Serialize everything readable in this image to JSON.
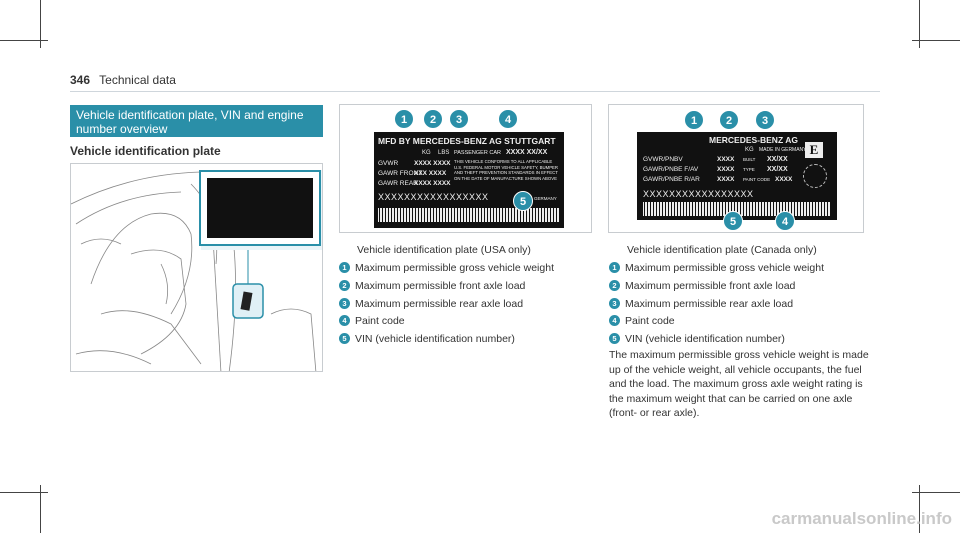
{
  "header": {
    "page_number": "346",
    "section": "Technical data"
  },
  "section_title": "Vehicle identification plate, VIN and engine number overview",
  "subheading": "Vehicle identification plate",
  "usa_label": {
    "line1": "MFD BY MERCEDES-BENZ AG STUTTGART",
    "kg": "KG",
    "lbs": "LBS",
    "rows": [
      {
        "k": "GVWR",
        "v": "XXXX XXXX"
      },
      {
        "k": "GAWR FRONT",
        "v": "XXX XXXX"
      },
      {
        "k": "GAWR REAR",
        "v": "XXXX XXXX"
      }
    ],
    "passenger": "PASSENGER CAR",
    "code": "XXXX  XX/XX",
    "compliance": "THIS VEHICLE CONFORMS TO ALL APPLICABLE U.S. FEDERAL MOTOR VEHICLE SAFETY, BUMPER AND THEFT PREVENTION STANDARDS IN EFFECT ON THE DATE OF MANUFACTURE SHOWN ABOVE",
    "vin": "XXXXXXXXXXXXXXXXX",
    "made": "GERMANY"
  },
  "canada_label": {
    "line1": "MERCEDES-BENZ AG",
    "kg": "KG",
    "made": "MADE IN GERMANY",
    "rows": [
      {
        "k": "GVWR/PNBV",
        "v": "XXXX"
      },
      {
        "k": "GAWR/PNBE F/AV",
        "v": "XXXX"
      },
      {
        "k": "GAWR/PNBE R/AR",
        "v": "XXXX"
      }
    ],
    "built": "BUILT",
    "built_v": "XX/XX",
    "type": "TYPE",
    "type_v": "XX/XX",
    "paint": "PAINT CODE",
    "paint_v": "XXXX",
    "vin": "XXXXXXXXXXXXXXXXX",
    "mark": "E"
  },
  "callouts": [
    "1",
    "2",
    "3",
    "4",
    "5"
  ],
  "usa_caption": "Vehicle identification plate (USA only)",
  "usa_items": [
    "Maximum permissible gross vehicle weight",
    "Maximum permissible front axle load",
    "Maximum permissible rear axle load",
    "Paint code",
    "VIN (vehicle identification number)"
  ],
  "canada_caption": "Vehicle identification plate (Canada only)",
  "canada_items": [
    "Maximum permissible gross vehicle weight",
    "Maximum permissible front axle load",
    "Maximum permissible rear axle load",
    "Paint code",
    "VIN (vehicle identification number)"
  ],
  "paragraph": "The maximum permissible gross vehicle weight is made up of the vehicle weight, all vehicle occupants, the fuel and the load. The maximum gross axle weight rating is the maximum weight that can be carried on one axle (front- or rear axle).",
  "watermark": "carmanualsonline.info",
  "colors": {
    "accent": "#2a8fa8",
    "label_bg": "#111111"
  }
}
